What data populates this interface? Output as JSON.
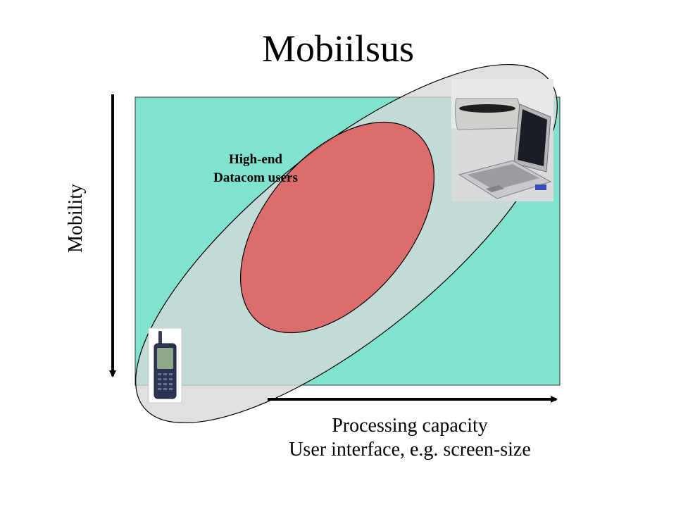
{
  "slide": {
    "title": "Mobiilsus",
    "y_axis_label": "Mobility",
    "x_axis_label_line1": "Processing capacity",
    "x_axis_label_line2": "User interface, e.g. screen-size",
    "segment_label_line1": "High-end",
    "segment_label_line2": "Datacom users"
  },
  "icons": {
    "phone": "mobile-phone-icon",
    "laptop": "laptop-icon"
  },
  "colors": {
    "background_area": "#80e3cf",
    "large_ellipse_fill": "#d7d7d7",
    "small_ellipse_fill": "#e05555",
    "outline": "#000000"
  }
}
